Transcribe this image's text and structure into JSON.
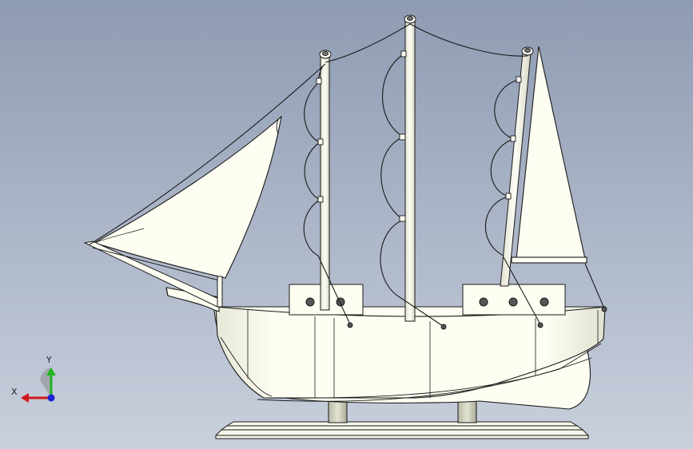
{
  "viewport": {
    "background_top": "#8e9bb2",
    "background_bottom": "#c9d0dd",
    "model_fill": "#fdfdf2",
    "model_shade": "#dedecf",
    "stroke": "#1a1a1a"
  },
  "model": {
    "name": "sailing-ship",
    "masts": 3,
    "sails": [
      "jib",
      "mizzen"
    ],
    "stands": 2
  },
  "triad": {
    "x_label": "X",
    "y_label": "Y",
    "x_color": "#d11919",
    "y_color": "#1fb51f",
    "z_color": "#1a22d6"
  }
}
